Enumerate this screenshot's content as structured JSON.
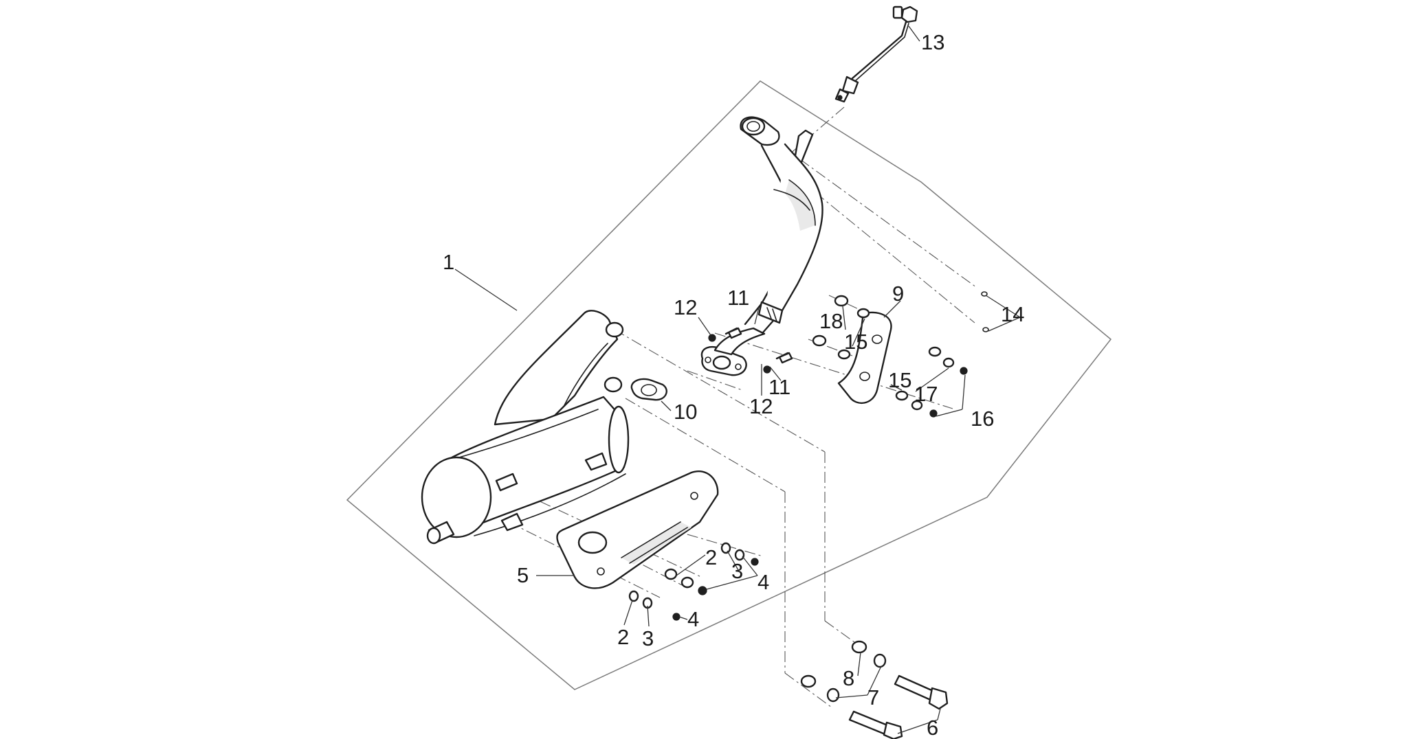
{
  "diagram": {
    "callouts": [
      {
        "id": "1",
        "label": "1"
      },
      {
        "id": "2a",
        "label": "2"
      },
      {
        "id": "2b",
        "label": "2"
      },
      {
        "id": "3a",
        "label": "3"
      },
      {
        "id": "3b",
        "label": "3"
      },
      {
        "id": "4a",
        "label": "4"
      },
      {
        "id": "4b",
        "label": "4"
      },
      {
        "id": "5",
        "label": "5"
      },
      {
        "id": "6",
        "label": "6"
      },
      {
        "id": "7",
        "label": "7"
      },
      {
        "id": "8",
        "label": "8"
      },
      {
        "id": "9",
        "label": "9"
      },
      {
        "id": "10",
        "label": "10"
      },
      {
        "id": "11a",
        "label": "11"
      },
      {
        "id": "11b",
        "label": "11"
      },
      {
        "id": "12a",
        "label": "12"
      },
      {
        "id": "12b",
        "label": "12"
      },
      {
        "id": "13",
        "label": "13"
      },
      {
        "id": "14",
        "label": "14"
      },
      {
        "id": "15a",
        "label": "15"
      },
      {
        "id": "15b",
        "label": "15"
      },
      {
        "id": "16",
        "label": "16"
      },
      {
        "id": "17",
        "label": "17"
      },
      {
        "id": "18",
        "label": "18"
      }
    ]
  }
}
